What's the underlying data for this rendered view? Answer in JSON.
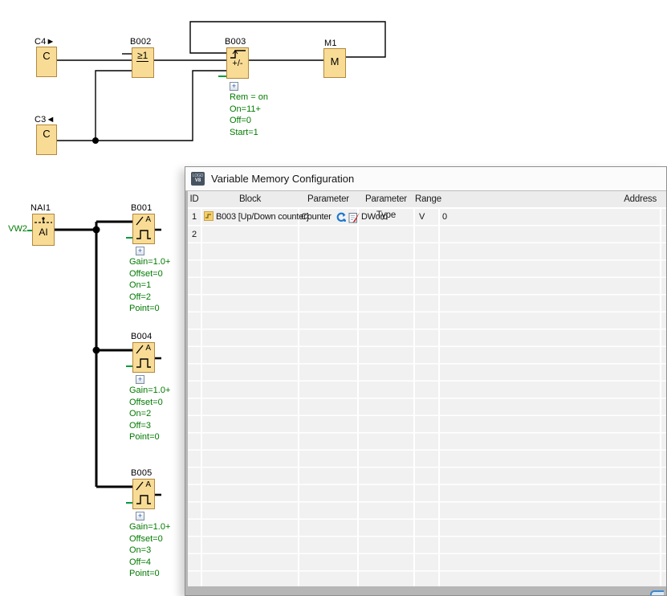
{
  "diagram": {
    "analog_symbol": "A",
    "plus": "+",
    "blocks": {
      "c4": {
        "label": "C4►",
        "symbol": "C"
      },
      "c3": {
        "label": "C3◄",
        "symbol": "C"
      },
      "b002": {
        "label": "B002",
        "symbol": "≥1"
      },
      "b003": {
        "label": "B003",
        "symbol": "+/-",
        "params": [
          "Rem = on",
          "On=11+",
          "Off=0",
          "Start=1"
        ]
      },
      "m1": {
        "label": "M1",
        "symbol": "M"
      },
      "nai1": {
        "label": "NAI1",
        "symbol": "AI",
        "ref": "VW2"
      },
      "b001": {
        "label": "B001",
        "params": [
          "Gain=1.0+",
          "Offset=0",
          "On=1",
          "Off=2",
          "Point=0"
        ]
      },
      "b004": {
        "label": "B004",
        "params": [
          "Gain=1.0+",
          "Offset=0",
          "On=2",
          "Off=3",
          "Point=0"
        ]
      },
      "b005": {
        "label": "B005",
        "params": [
          "Gain=1.0+",
          "Offset=0",
          "On=3",
          "Off=4",
          "Point=0"
        ]
      }
    }
  },
  "dialog": {
    "title": "Variable Memory Configuration",
    "app_icon": {
      "line1": "LOGO",
      "line2": "V8"
    },
    "table": {
      "headers": {
        "id": "ID",
        "block": "Block",
        "parameter": "Parameter",
        "parameter_type": "Parameter Type",
        "range": "Range",
        "address": "Address"
      },
      "rows": [
        {
          "id": "1",
          "block": "B003 [Up/Down counter]",
          "parameter": "Counter",
          "parameter_type": "DWord",
          "range": "V",
          "address": "0"
        },
        {
          "id": "2",
          "block": "",
          "parameter": "",
          "parameter_type": "",
          "range": "",
          "address": ""
        }
      ]
    }
  },
  "colors": {
    "block_fill": "#f8dc96",
    "block_border": "#b3873b",
    "wire": "#000000",
    "param_text": "#007a00",
    "open_connector_green": "#009a3c",
    "accent_blue": "#1976d2"
  }
}
